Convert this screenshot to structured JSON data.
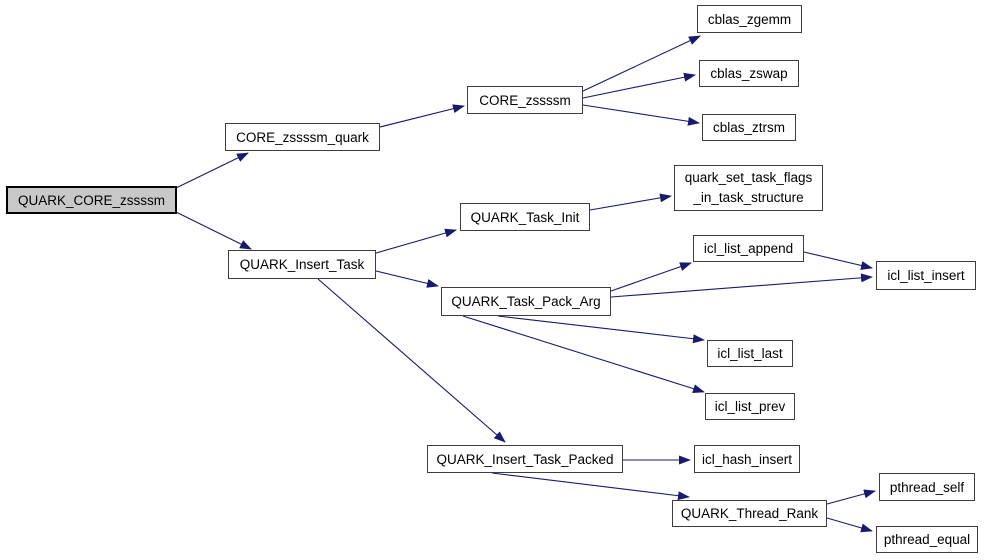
{
  "diagram": {
    "kind": "call-graph",
    "root": "QUARK_CORE_zssssm",
    "nodes": {
      "QUARK_CORE_zssssm": {
        "label": "QUARK_CORE_zssssm",
        "highlighted": true
      },
      "CORE_zssssm_quark": {
        "label": "CORE_zssssm_quark"
      },
      "CORE_zssssm": {
        "label": "CORE_zssssm"
      },
      "cblas_zgemm": {
        "label": "cblas_zgemm"
      },
      "cblas_zswap": {
        "label": "cblas_zswap"
      },
      "cblas_ztrsm": {
        "label": "cblas_ztrsm"
      },
      "QUARK_Insert_Task": {
        "label": "QUARK_Insert_Task"
      },
      "QUARK_Task_Init": {
        "label": "QUARK_Task_Init"
      },
      "quark_set_task_flags_in_task_structure": {
        "label": "quark_set_task_flags_in_task_structure",
        "label_lines": [
          "quark_set_task_flags",
          "_in_task_structure"
        ]
      },
      "QUARK_Task_Pack_Arg": {
        "label": "QUARK_Task_Pack_Arg"
      },
      "icl_list_append": {
        "label": "icl_list_append"
      },
      "icl_list_insert": {
        "label": "icl_list_insert"
      },
      "icl_list_last": {
        "label": "icl_list_last"
      },
      "icl_list_prev": {
        "label": "icl_list_prev"
      },
      "QUARK_Insert_Task_Packed": {
        "label": "QUARK_Insert_Task_Packed"
      },
      "icl_hash_insert": {
        "label": "icl_hash_insert"
      },
      "QUARK_Thread_Rank": {
        "label": "QUARK_Thread_Rank"
      },
      "pthread_self": {
        "label": "pthread_self"
      },
      "pthread_equal": {
        "label": "pthread_equal"
      }
    },
    "edges": [
      {
        "from": "QUARK_CORE_zssssm",
        "to": "CORE_zssssm_quark"
      },
      {
        "from": "QUARK_CORE_zssssm",
        "to": "QUARK_Insert_Task"
      },
      {
        "from": "CORE_zssssm_quark",
        "to": "CORE_zssssm"
      },
      {
        "from": "CORE_zssssm",
        "to": "cblas_zgemm"
      },
      {
        "from": "CORE_zssssm",
        "to": "cblas_zswap"
      },
      {
        "from": "CORE_zssssm",
        "to": "cblas_ztrsm"
      },
      {
        "from": "QUARK_Insert_Task",
        "to": "QUARK_Task_Init"
      },
      {
        "from": "QUARK_Insert_Task",
        "to": "QUARK_Task_Pack_Arg"
      },
      {
        "from": "QUARK_Insert_Task",
        "to": "QUARK_Insert_Task_Packed"
      },
      {
        "from": "QUARK_Task_Init",
        "to": "quark_set_task_flags_in_task_structure"
      },
      {
        "from": "QUARK_Task_Pack_Arg",
        "to": "icl_list_append"
      },
      {
        "from": "QUARK_Task_Pack_Arg",
        "to": "icl_list_insert"
      },
      {
        "from": "QUARK_Task_Pack_Arg",
        "to": "icl_list_last"
      },
      {
        "from": "QUARK_Task_Pack_Arg",
        "to": "icl_list_prev"
      },
      {
        "from": "icl_list_append",
        "to": "icl_list_insert"
      },
      {
        "from": "QUARK_Insert_Task_Packed",
        "to": "icl_hash_insert"
      },
      {
        "from": "QUARK_Insert_Task_Packed",
        "to": "QUARK_Thread_Rank"
      },
      {
        "from": "QUARK_Thread_Rank",
        "to": "pthread_self"
      },
      {
        "from": "QUARK_Thread_Rank",
        "to": "pthread_equal"
      }
    ],
    "colors": {
      "edge": "#191970",
      "node_fill": "#ffffff",
      "node_border": "#3d3d3d",
      "highlight_fill": "#c8c8c8",
      "highlight_border": "#000000",
      "text": "#000000",
      "background": "#ffffff"
    }
  }
}
